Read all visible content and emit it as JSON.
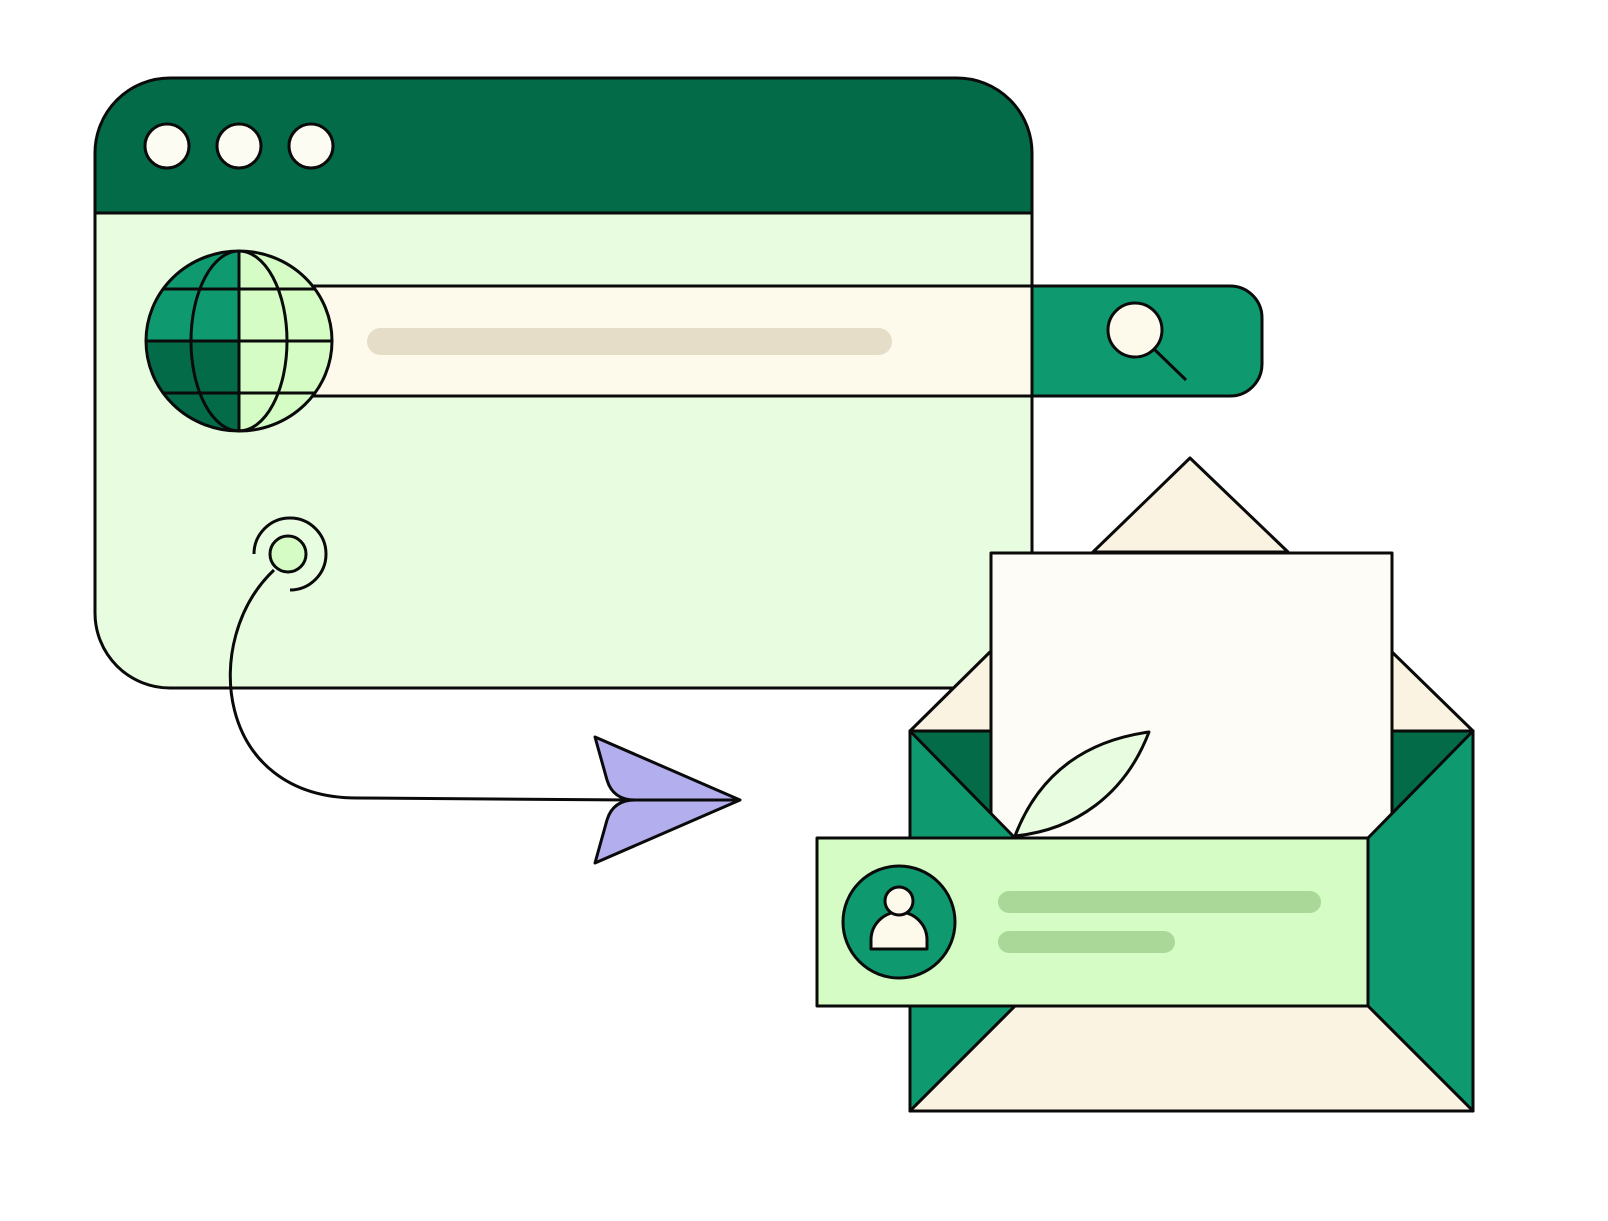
{
  "illustration": {
    "subject": "browser-search-to-email",
    "icons": [
      "browser-window",
      "globe-icon",
      "search-icon",
      "target-icon",
      "paper-plane-icon",
      "envelope-icon",
      "letter",
      "leaf-icon",
      "user-avatar-icon"
    ]
  },
  "colors": {
    "dark_green": "#036B48",
    "green": "#0E9A6E",
    "pale_green": "#E8FCE0",
    "light_green": "#D4FCC4",
    "cream": "#FDFAEC",
    "beige": "#FBF3E2",
    "placeholder": "#E5DDC8",
    "text_line": "#A9D898",
    "purple": "#B3AEEE",
    "outline": "#0A0A0A"
  }
}
